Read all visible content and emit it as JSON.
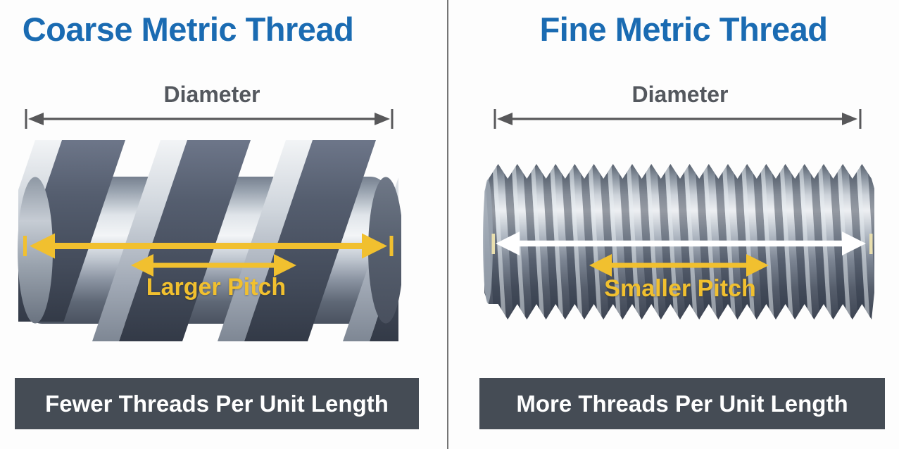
{
  "colors": {
    "title_blue": "#1a6bb2",
    "label_gray": "#54585e",
    "arrow_gray": "#58585a",
    "accent_yellow": "#f1c02f",
    "arrow_white": "#ffffff",
    "tick_cream": "#e9dfae",
    "caption_bg": "#454c55",
    "caption_text": "#ffffff",
    "background": "#fdfdfd",
    "divider": "#757575"
  },
  "panels": {
    "left": {
      "title": "Coarse Metric Thread",
      "diameter_label": "Diameter",
      "pitch_label": "Larger Pitch",
      "caption": "Fewer Threads Per Unit Length",
      "screw": {
        "type": "coarse",
        "ridge_count": 3
      }
    },
    "right": {
      "title": "Fine Metric Thread",
      "diameter_label": "Diameter",
      "pitch_label": "Smaller Pitch",
      "caption": "More Threads Per Unit Length",
      "screw": {
        "type": "fine",
        "tooth_count": 20
      }
    }
  }
}
